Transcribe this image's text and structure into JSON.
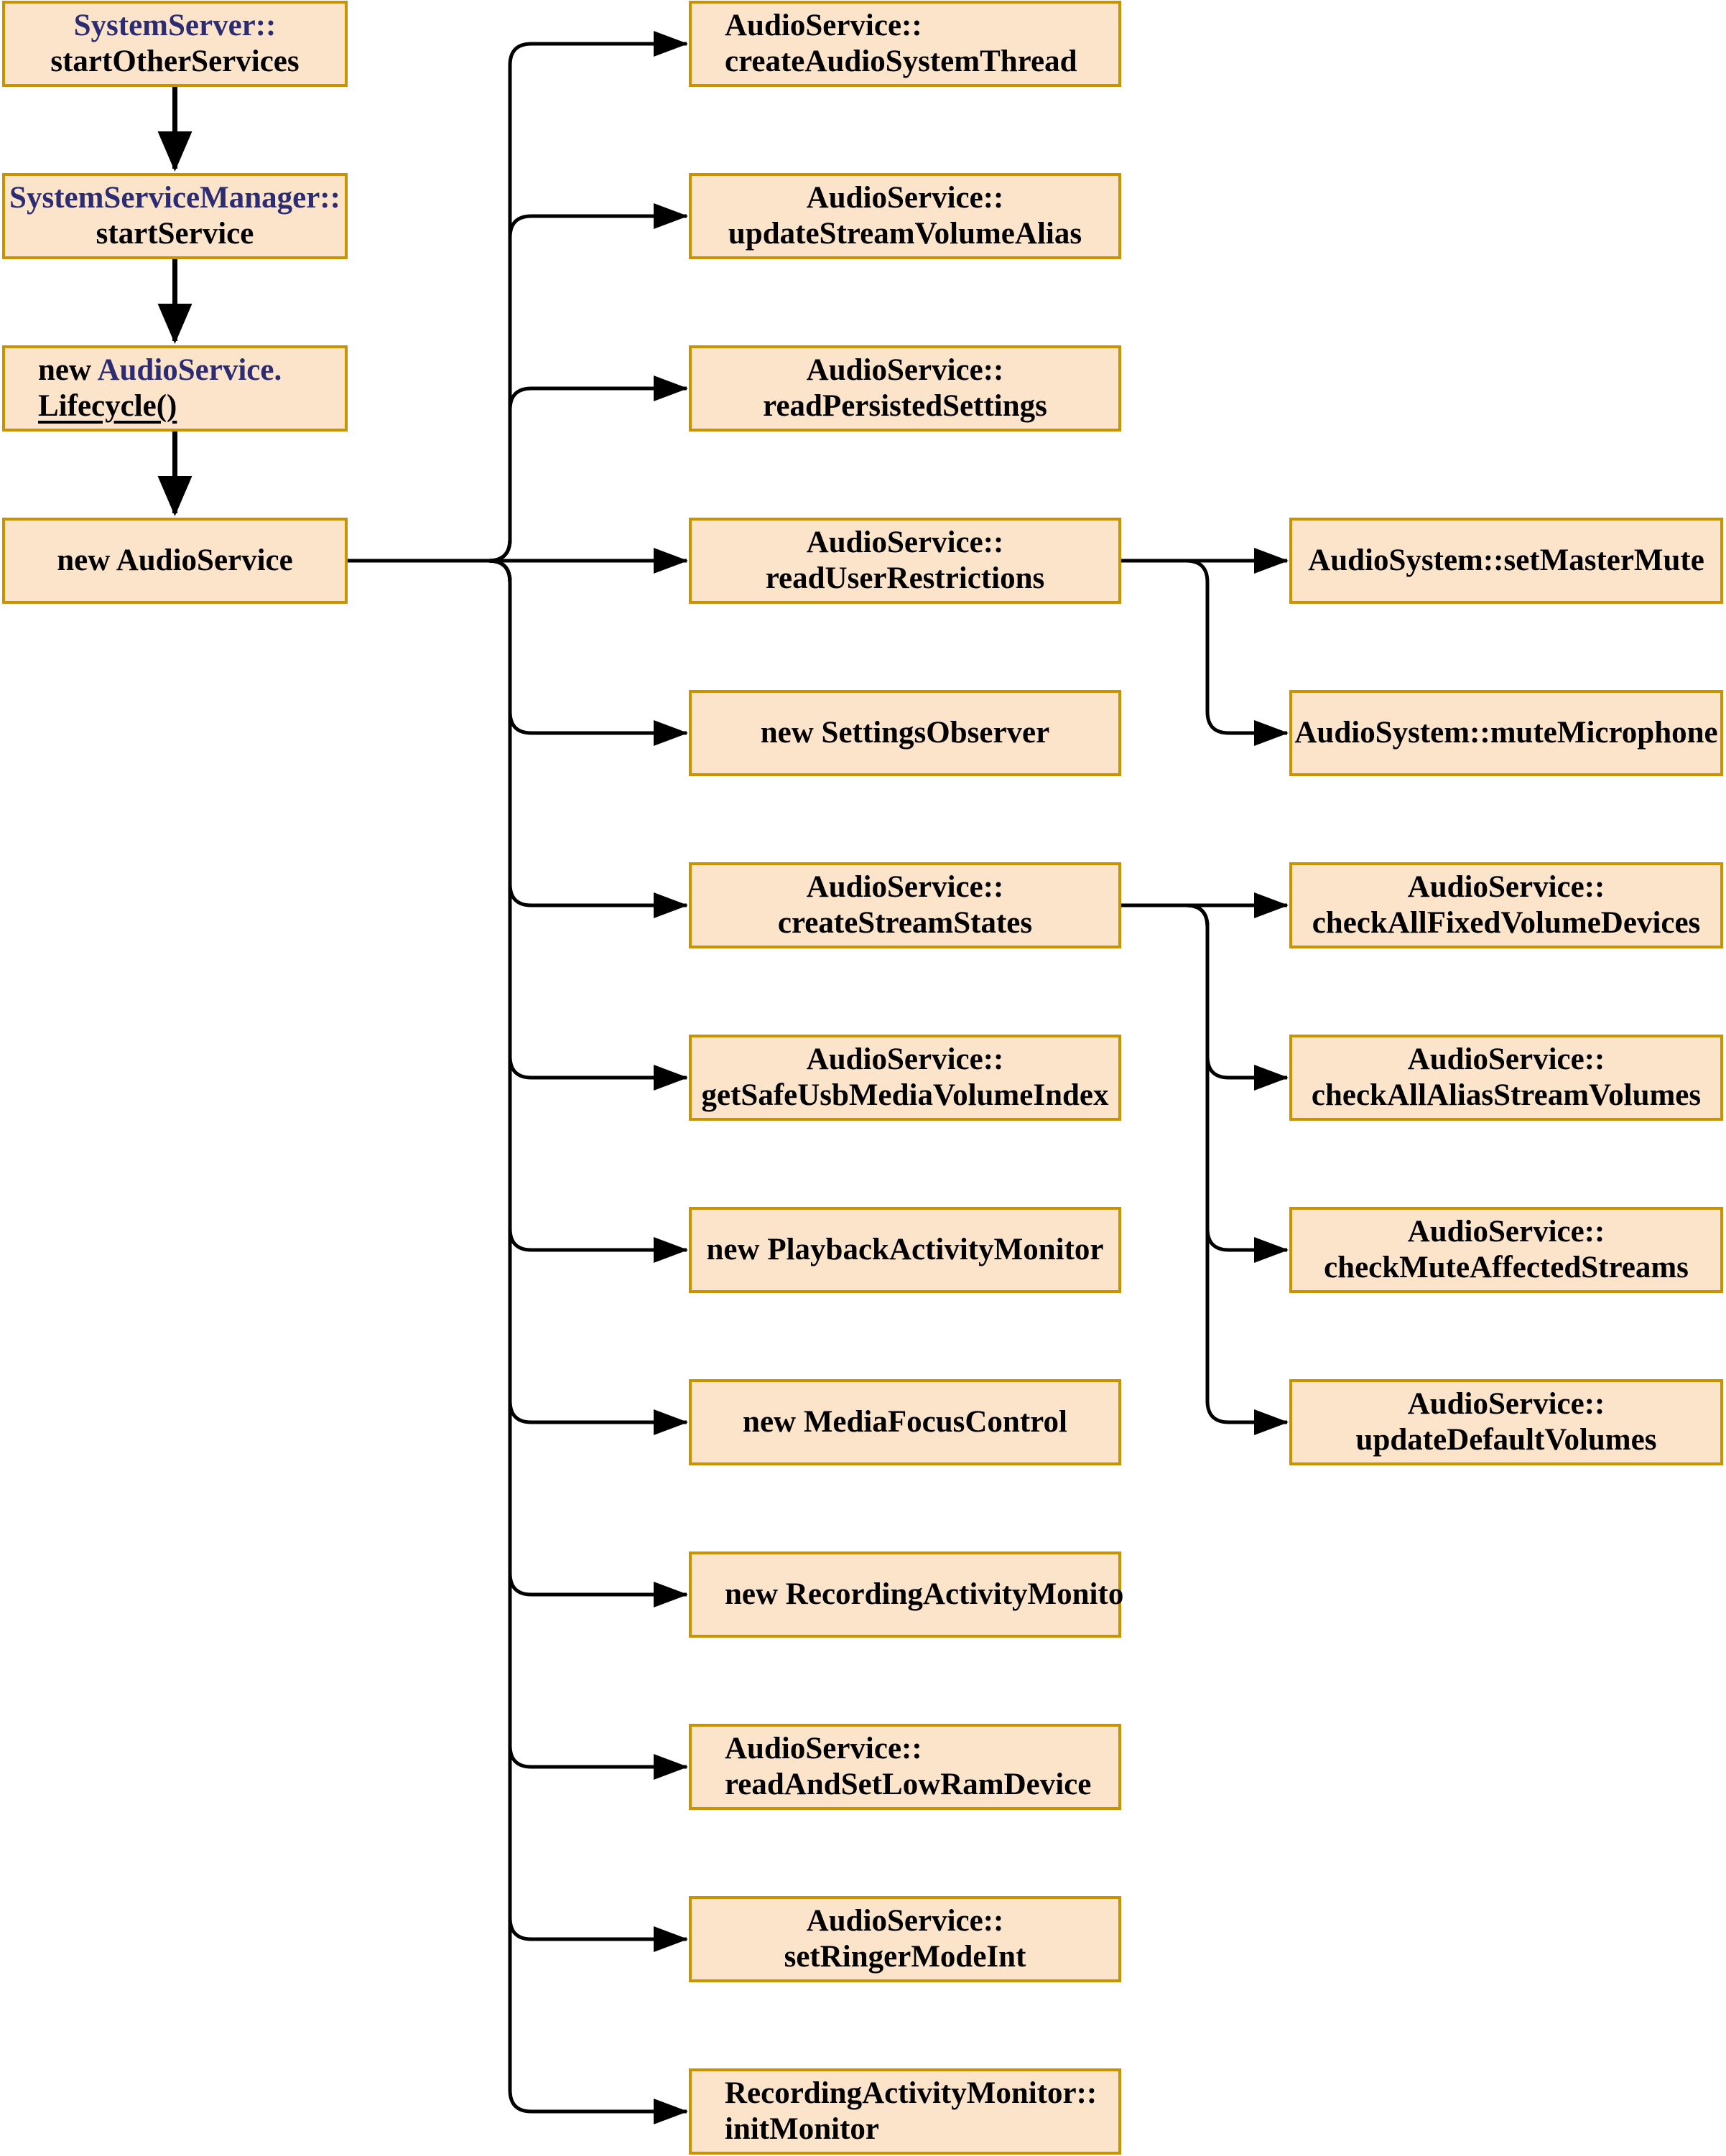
{
  "palette": {
    "box_fill": "#FCE4CB",
    "box_border": "#C79400",
    "text_primary": "#000000",
    "text_accent": "#2C2C72",
    "connector": "#000000"
  },
  "nodes": [
    {
      "id": "L1",
      "col": "left",
      "row": 1,
      "align": "center",
      "lines": [
        {
          "spans": [
            {
              "text": "SystemServer::",
              "color": "accent"
            }
          ]
        },
        {
          "spans": [
            {
              "text": "startOtherServices"
            }
          ]
        }
      ]
    },
    {
      "id": "L2",
      "col": "left",
      "row": 2,
      "align": "center",
      "lines": [
        {
          "spans": [
            {
              "text": "SystemServiceManager::",
              "color": "accent"
            }
          ]
        },
        {
          "spans": [
            {
              "text": "startService"
            }
          ]
        }
      ]
    },
    {
      "id": "L3",
      "col": "left",
      "row": 3,
      "align": "left",
      "lines": [
        {
          "spans": [
            {
              "text": "new ",
              "color": "primary"
            },
            {
              "text": "AudioService.",
              "color": "accent"
            }
          ]
        },
        {
          "spans": [
            {
              "text": "Lifecycle()",
              "underline": true
            }
          ]
        }
      ]
    },
    {
      "id": "L4",
      "col": "left",
      "row": 4,
      "align": "center",
      "lines": [
        {
          "spans": [
            {
              "text": "new AudioService"
            }
          ]
        }
      ]
    },
    {
      "id": "m1",
      "col": "middle",
      "row": 1,
      "align": "left",
      "lines": [
        {
          "spans": [
            {
              "text": "AudioService::"
            }
          ]
        },
        {
          "spans": [
            {
              "text": "createAudioSystemThread"
            }
          ]
        }
      ]
    },
    {
      "id": "m2",
      "col": "middle",
      "row": 2,
      "align": "center",
      "lines": [
        {
          "spans": [
            {
              "text": "AudioService::"
            }
          ]
        },
        {
          "spans": [
            {
              "text": "updateStreamVolumeAlias"
            }
          ]
        }
      ]
    },
    {
      "id": "m3",
      "col": "middle",
      "row": 3,
      "align": "center",
      "lines": [
        {
          "spans": [
            {
              "text": "AudioService::"
            }
          ]
        },
        {
          "spans": [
            {
              "text": "readPersistedSettings"
            }
          ]
        }
      ]
    },
    {
      "id": "m4",
      "col": "middle",
      "row": 4,
      "align": "center",
      "lines": [
        {
          "spans": [
            {
              "text": "AudioService::"
            }
          ]
        },
        {
          "spans": [
            {
              "text": "readUserRestrictions"
            }
          ]
        }
      ]
    },
    {
      "id": "m5",
      "col": "middle",
      "row": 5,
      "align": "center",
      "lines": [
        {
          "spans": [
            {
              "text": "new SettingsObserver"
            }
          ]
        }
      ]
    },
    {
      "id": "m6",
      "col": "middle",
      "row": 6,
      "align": "center",
      "lines": [
        {
          "spans": [
            {
              "text": "AudioService::"
            }
          ]
        },
        {
          "spans": [
            {
              "text": "createStreamStates"
            }
          ]
        }
      ]
    },
    {
      "id": "m7",
      "col": "middle",
      "row": 7,
      "align": "center",
      "lines": [
        {
          "spans": [
            {
              "text": "AudioService::"
            }
          ]
        },
        {
          "spans": [
            {
              "text": "getSafeUsbMediaVolumeIndex"
            }
          ]
        }
      ]
    },
    {
      "id": "m8",
      "col": "middle",
      "row": 8,
      "align": "center",
      "lines": [
        {
          "spans": [
            {
              "text": "new PlaybackActivityMonitor"
            }
          ]
        }
      ]
    },
    {
      "id": "m9",
      "col": "middle",
      "row": 9,
      "align": "center",
      "lines": [
        {
          "spans": [
            {
              "text": "new MediaFocusControl"
            }
          ]
        }
      ]
    },
    {
      "id": "m10",
      "col": "middle",
      "row": 10,
      "align": "left",
      "lines": [
        {
          "spans": [
            {
              "text": "new RecordingActivityMonito"
            }
          ]
        }
      ]
    },
    {
      "id": "m11",
      "col": "middle",
      "row": 11,
      "align": "left",
      "lines": [
        {
          "spans": [
            {
              "text": "AudioService::"
            }
          ]
        },
        {
          "spans": [
            {
              "text": "readAndSetLowRamDevice"
            }
          ]
        }
      ]
    },
    {
      "id": "m12",
      "col": "middle",
      "row": 12,
      "align": "center",
      "lines": [
        {
          "spans": [
            {
              "text": "AudioService::"
            }
          ]
        },
        {
          "spans": [
            {
              "text": "setRingerModeInt"
            }
          ]
        }
      ]
    },
    {
      "id": "m13",
      "col": "middle",
      "row": 13,
      "align": "left",
      "lines": [
        {
          "spans": [
            {
              "text": "RecordingActivityMonitor::"
            }
          ]
        },
        {
          "spans": [
            {
              "text": "initMonitor"
            }
          ]
        }
      ]
    },
    {
      "id": "r1",
      "col": "right",
      "row": 4,
      "align": "center",
      "lines": [
        {
          "spans": [
            {
              "text": "AudioSystem::setMasterMute"
            }
          ]
        }
      ]
    },
    {
      "id": "r2",
      "col": "right",
      "row": 5,
      "align": "center",
      "lines": [
        {
          "spans": [
            {
              "text": "AudioSystem::muteMicrophone"
            }
          ]
        }
      ]
    },
    {
      "id": "r3",
      "col": "right",
      "row": 6,
      "align": "center",
      "lines": [
        {
          "spans": [
            {
              "text": "AudioService::"
            }
          ]
        },
        {
          "spans": [
            {
              "text": "checkAllFixedVolumeDevices"
            }
          ]
        }
      ]
    },
    {
      "id": "r4",
      "col": "right",
      "row": 7,
      "align": "center",
      "lines": [
        {
          "spans": [
            {
              "text": "AudioService::"
            }
          ]
        },
        {
          "spans": [
            {
              "text": "checkAllAliasStreamVolumes"
            }
          ]
        }
      ]
    },
    {
      "id": "r5",
      "col": "right",
      "row": 8,
      "align": "center",
      "lines": [
        {
          "spans": [
            {
              "text": "AudioService::"
            }
          ]
        },
        {
          "spans": [
            {
              "text": "checkMuteAffectedStreams"
            }
          ]
        }
      ]
    },
    {
      "id": "r6",
      "col": "right",
      "row": 9,
      "align": "center",
      "lines": [
        {
          "spans": [
            {
              "text": "AudioService::"
            }
          ]
        },
        {
          "spans": [
            {
              "text": "updateDefaultVolumes"
            }
          ]
        }
      ]
    }
  ],
  "edges": {
    "sequence": [
      [
        "L1",
        "L2"
      ],
      [
        "L2",
        "L3"
      ],
      [
        "L3",
        "L4"
      ]
    ],
    "fanouts": [
      {
        "from": "L4",
        "trunk": "left",
        "targets": [
          "m1",
          "m2",
          "m3",
          "m4",
          "m5",
          "m6",
          "m7",
          "m8",
          "m9",
          "m10",
          "m11",
          "m12",
          "m13"
        ]
      },
      {
        "from": "m4",
        "trunk": "right",
        "targets": [
          "r1",
          "r2"
        ]
      },
      {
        "from": "m6",
        "trunk": "right",
        "targets": [
          "r3",
          "r4",
          "r5",
          "r6"
        ]
      }
    ]
  }
}
